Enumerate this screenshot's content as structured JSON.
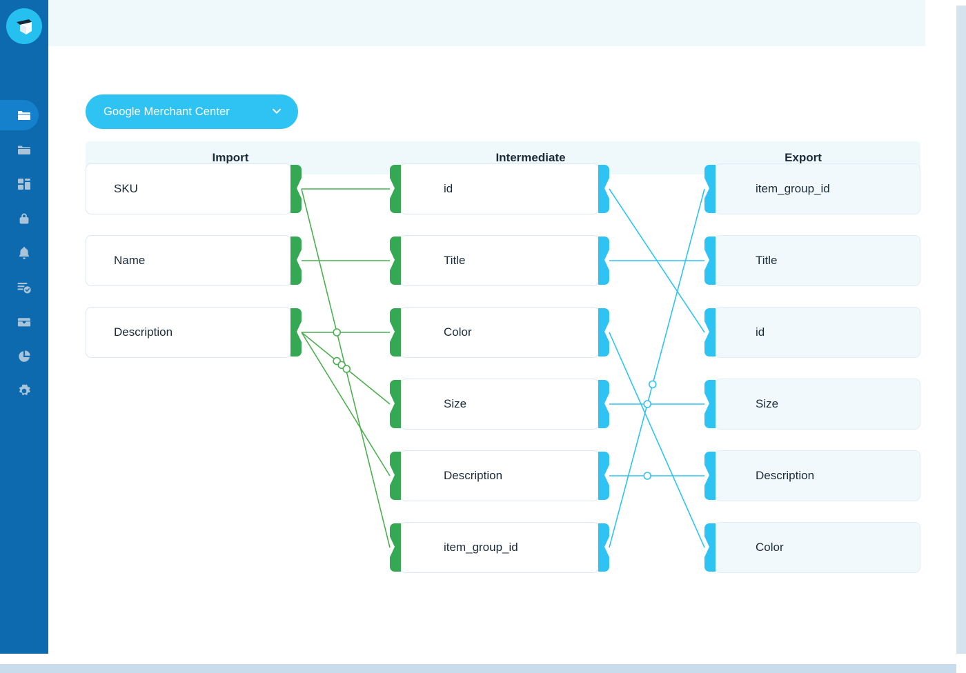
{
  "app": {
    "logo_name": "cube-logo",
    "sidebar_bg": "#0d6aae",
    "accent_cyan": "#2ec3f2",
    "accent_green": "#34a853",
    "edge_green": "#4caf50",
    "edge_blue": "#2ec3f2",
    "header_bg": "#eff8fb",
    "node_text": "#1c2b3a"
  },
  "sidebar": {
    "items": [
      {
        "name": "sidebar-item-files",
        "icon": "folder-open-icon",
        "active": true
      },
      {
        "name": "sidebar-item-folder",
        "icon": "folder-icon",
        "active": false
      },
      {
        "name": "sidebar-item-dashboard",
        "icon": "dashboard-grid-icon",
        "active": false
      },
      {
        "name": "sidebar-item-security",
        "icon": "lock-icon",
        "active": false
      },
      {
        "name": "sidebar-item-notifications",
        "icon": "bell-icon",
        "active": false
      },
      {
        "name": "sidebar-item-tasks",
        "icon": "task-check-icon",
        "active": false
      },
      {
        "name": "sidebar-item-inbox",
        "icon": "inbox-icon",
        "active": false
      },
      {
        "name": "sidebar-item-reports",
        "icon": "pie-chart-icon",
        "active": false
      },
      {
        "name": "sidebar-item-settings",
        "icon": "gear-icon",
        "active": false
      }
    ]
  },
  "toolbar": {
    "channel_label": "Google Merchant Center",
    "chevron_icon": "chevron-down-icon"
  },
  "headers": {
    "import": "Import",
    "intermediate": "Intermediate",
    "export": "Export"
  },
  "mapping": {
    "import_fields": [
      {
        "id": "i0",
        "label": "SKU"
      },
      {
        "id": "i1",
        "label": "Name"
      },
      {
        "id": "i2",
        "label": "Description"
      }
    ],
    "intermediate_fields": [
      {
        "id": "m0",
        "label": "id"
      },
      {
        "id": "m1",
        "label": "Title"
      },
      {
        "id": "m2",
        "label": "Color"
      },
      {
        "id": "m3",
        "label": "Size"
      },
      {
        "id": "m4",
        "label": "Description"
      },
      {
        "id": "m5",
        "label": "item_group_id"
      }
    ],
    "export_fields": [
      {
        "id": "e0",
        "label": "item_group_id"
      },
      {
        "id": "e1",
        "label": "Title"
      },
      {
        "id": "e2",
        "label": "id"
      },
      {
        "id": "e3",
        "label": "Size"
      },
      {
        "id": "e4",
        "label": "Description"
      },
      {
        "id": "e5",
        "label": "Color"
      }
    ],
    "import_edges": [
      {
        "from": "i0",
        "to": "m0",
        "markers": 0
      },
      {
        "from": "i0",
        "to": "m5",
        "markers": 0
      },
      {
        "from": "i1",
        "to": "m1",
        "markers": 0
      },
      {
        "from": "i2",
        "to": "m2",
        "markers": 1
      },
      {
        "from": "i2",
        "to": "m3",
        "markers": 3
      },
      {
        "from": "i2",
        "to": "m4",
        "markers": 0
      }
    ],
    "export_edges": [
      {
        "from": "m0",
        "to": "e2",
        "markers": 0
      },
      {
        "from": "m1",
        "to": "e1",
        "markers": 0
      },
      {
        "from": "m2",
        "to": "e5",
        "markers": 0
      },
      {
        "from": "m3",
        "to": "e3",
        "markers": 0
      },
      {
        "from": "m4",
        "to": "e4",
        "markers": 1
      },
      {
        "from": "m5",
        "to": "e0",
        "markers": 2
      }
    ]
  }
}
